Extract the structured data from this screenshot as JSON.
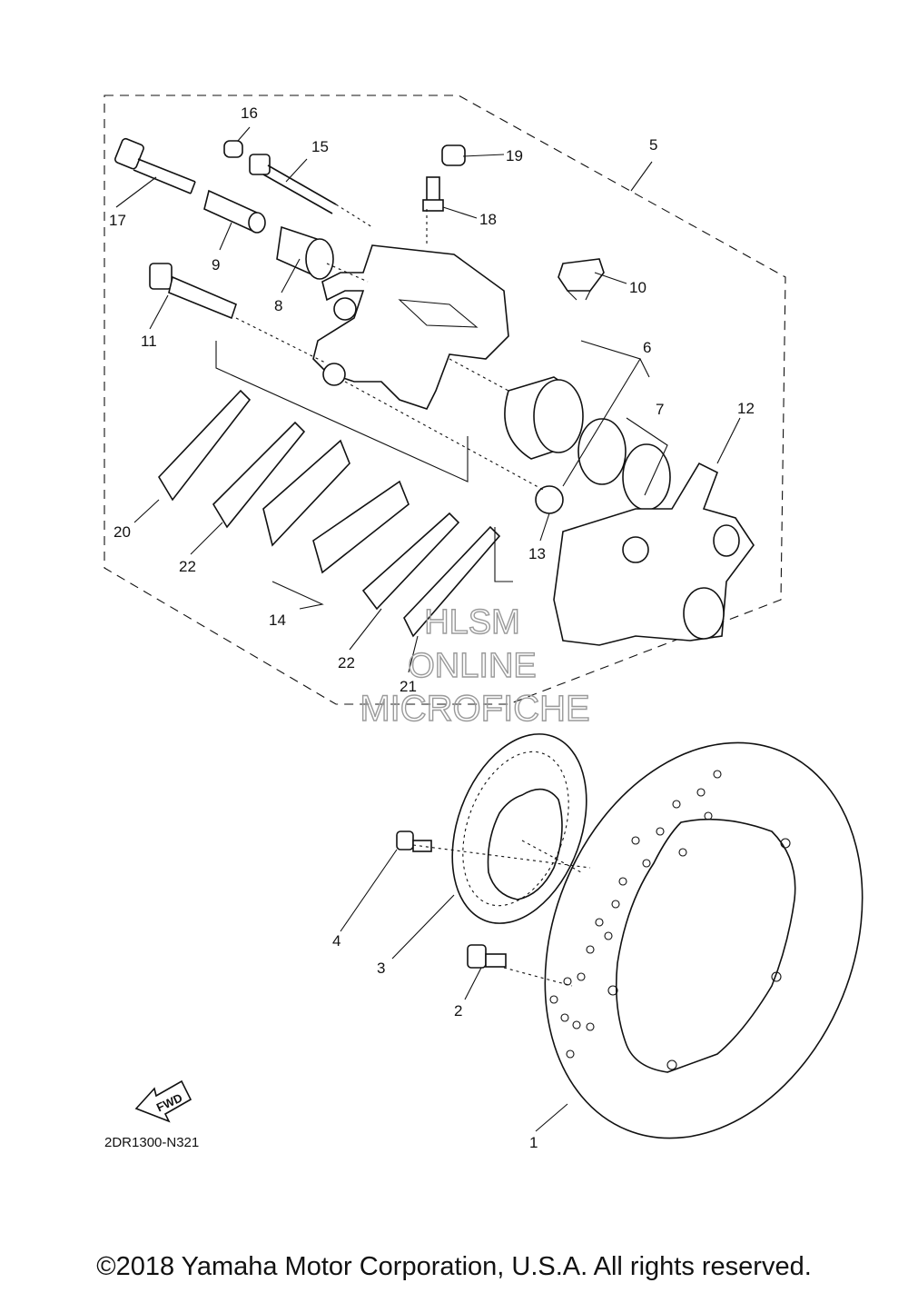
{
  "callouts": [
    "1",
    "2",
    "3",
    "4",
    "5",
    "6",
    "7",
    "8",
    "9",
    "10",
    "11",
    "12",
    "13",
    "14",
    "15",
    "16",
    "17",
    "18",
    "19",
    "20",
    "21",
    "22",
    "22"
  ],
  "diagram_code": "2DR1300-N321",
  "fwd_label": "FWD",
  "watermark": [
    "HLSM",
    "ONLINE",
    "MICROFICHE"
  ],
  "copyright": "©2018 Yamaha Motor Corporation, U.S.A. All rights reserved."
}
